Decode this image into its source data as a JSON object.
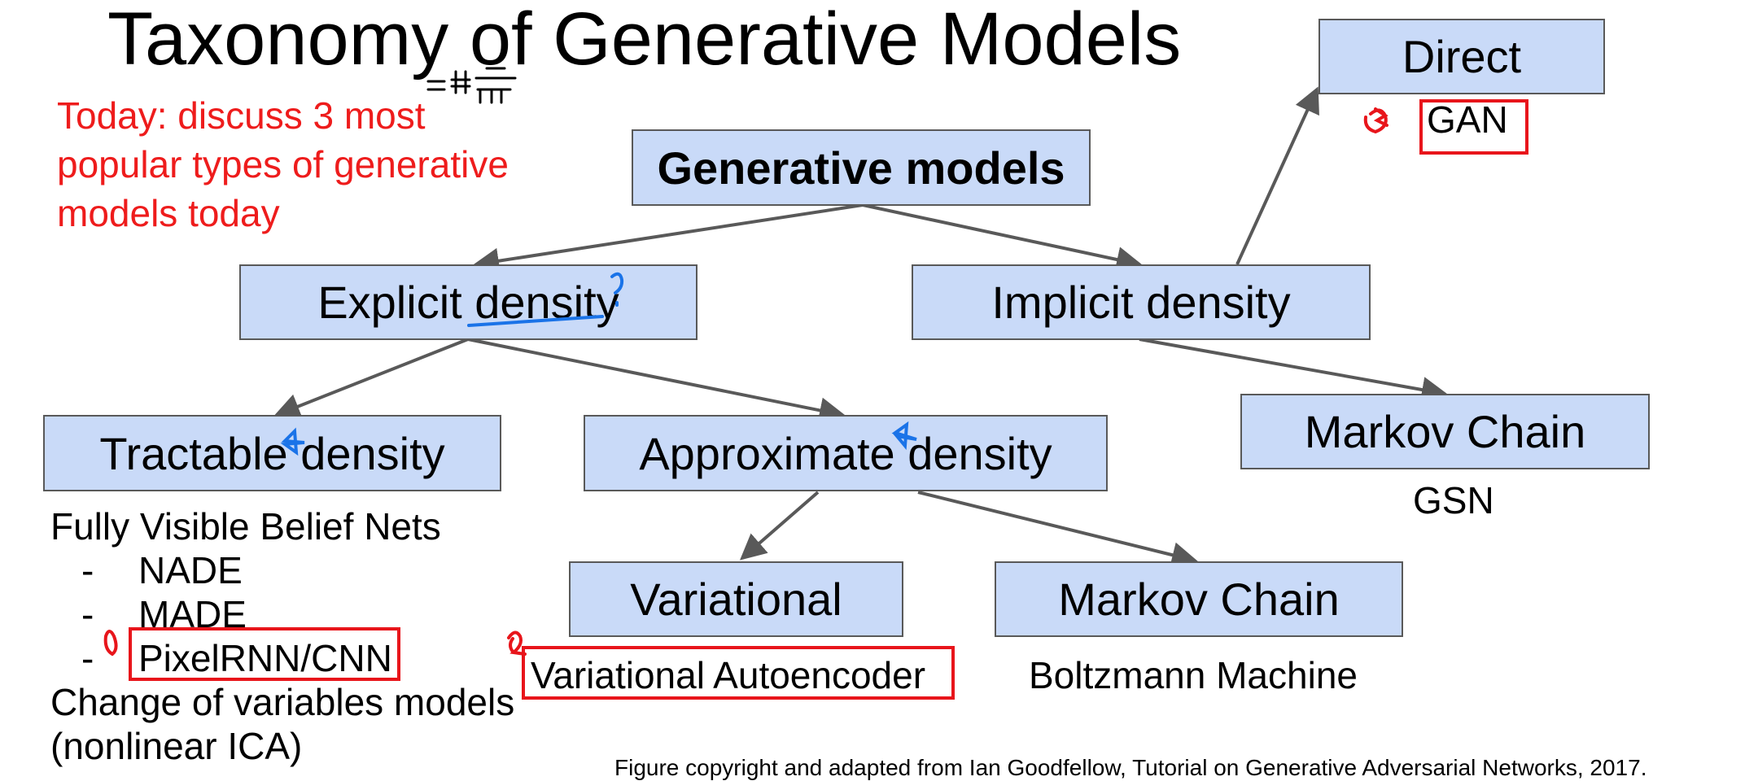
{
  "slide": {
    "title": "Taxonomy of Generative Models",
    "note": [
      "Today: discuss 3 most",
      "popular types of generative",
      "models today"
    ],
    "nodes": {
      "root": "Generative models",
      "explicit": "Explicit density",
      "implicit": "Implicit density",
      "tractable": "Tractable density",
      "approximate": "Approximate density",
      "variational": "Variational",
      "markov_approx": "Markov Chain",
      "markov_implicit": "Markov Chain",
      "direct": "Direct"
    },
    "labels": {
      "gan": "GAN",
      "gsn": "GSN",
      "vae": "Variational Autoencoder",
      "boltzmann": "Boltzmann Machine"
    },
    "tractable_list": {
      "heading": "Fully Visible Belief Nets",
      "items": [
        "NADE",
        "MADE",
        "PixelRNN/CNN"
      ],
      "dash": "-",
      "extra": [
        "Change of variables models",
        "(nonlinear ICA)"
      ]
    },
    "footer": "Figure copyright and adapted from Ian Goodfellow, Tutorial on Generative Adversarial Networks, 2017.",
    "colors": {
      "box_fill": "#c9daf8",
      "box_border": "#595959",
      "highlight_red": "#e8151b",
      "ink_blue": "#1a73e8"
    }
  }
}
